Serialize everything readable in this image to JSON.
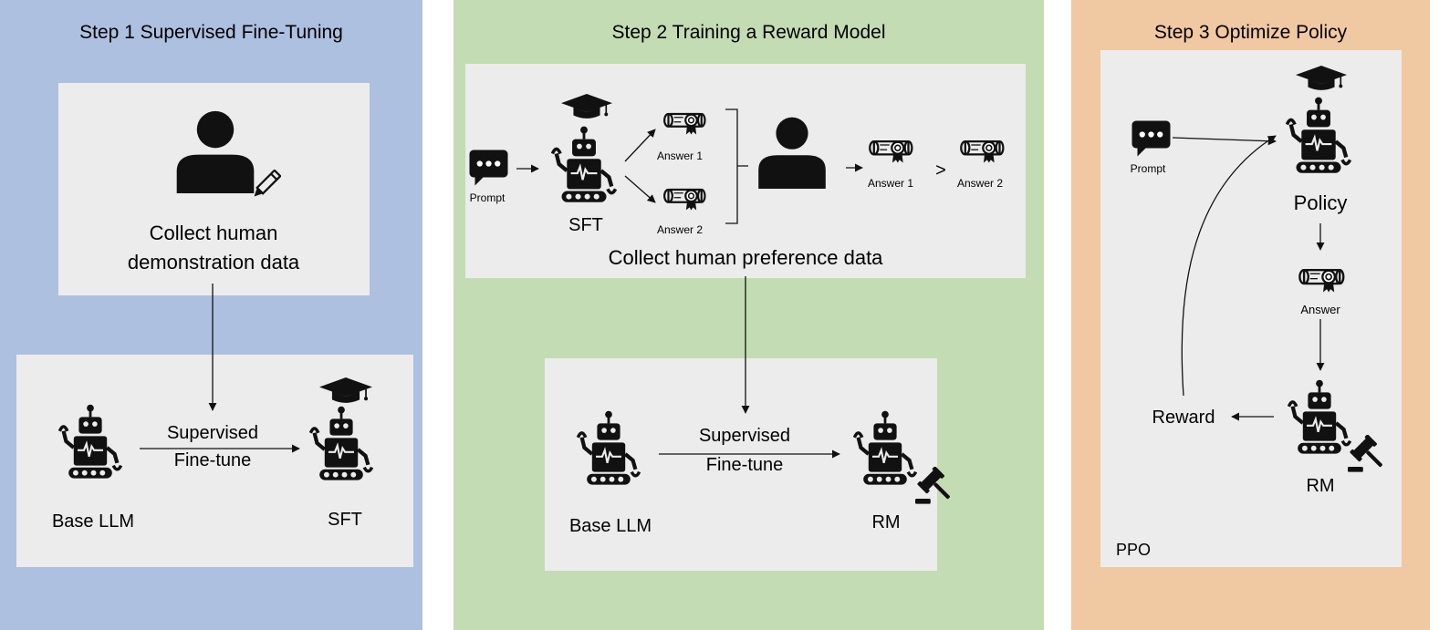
{
  "step1": {
    "title": "Step 1 Supervised Fine-Tuning",
    "collect_label_line1": "Collect human",
    "collect_label_line2": "demonstration data",
    "arrow_label_line1": "Supervised",
    "arrow_label_line2": "Fine-tune",
    "base_label": "Base LLM",
    "sft_label": "SFT"
  },
  "step2": {
    "title": "Step 2 Training a Reward Model",
    "prompt_label": "Prompt",
    "sft_label": "SFT",
    "answer1_label": "Answer 1",
    "answer2_label": "Answer 2",
    "ranked_answer1_label": "Answer 1",
    "greater_than": ">",
    "ranked_answer2_label": "Answer 2",
    "collect_label": "Collect human preference data",
    "arrow_label_line1": "Supervised",
    "arrow_label_line2": "Fine-tune",
    "base_label": "Base LLM",
    "rm_label": "RM"
  },
  "step3": {
    "title": "Step 3 Optimize Policy",
    "prompt_label": "Prompt",
    "policy_label": "Policy",
    "answer_label": "Answer",
    "reward_label": "Reward",
    "rm_label": "RM",
    "ppo_label": "PPO"
  },
  "colors": {
    "step1_bg": "#aec0e0",
    "step2_bg": "#c4dcb4",
    "step3_bg": "#f0c8a2",
    "inner_box": "#ececec"
  },
  "icons": [
    "person-icon",
    "pencil-icon",
    "robot-icon",
    "graduation-cap-icon",
    "gavel-icon",
    "chat-bubble-icon",
    "scroll-certificate-icon"
  ]
}
